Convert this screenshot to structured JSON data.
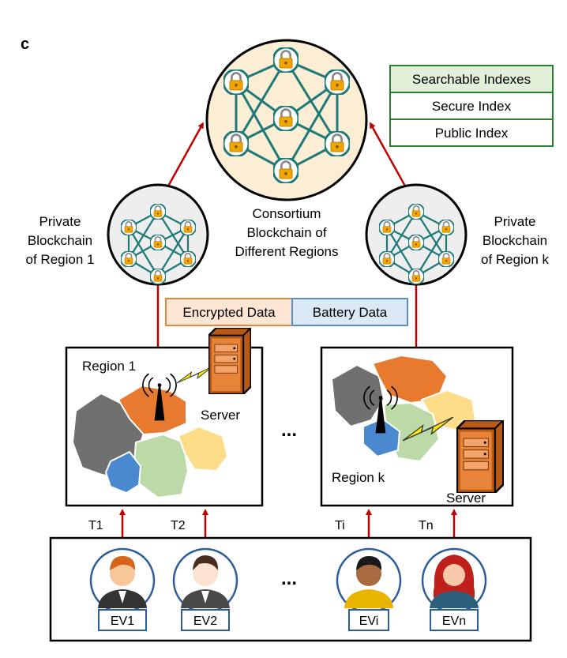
{
  "panel_label": "c",
  "searchable_indexes": {
    "header": "Searchable Indexes",
    "rows": [
      "Secure Index",
      "Public Index"
    ]
  },
  "consortium": {
    "lines": [
      "Consortium",
      "Blockchain of",
      "Different Regions"
    ]
  },
  "private_left": {
    "lines": [
      "Private",
      "Blockchain",
      "of Region 1"
    ]
  },
  "private_right": {
    "lines": [
      "Private",
      "Blockchain",
      "of Region k"
    ]
  },
  "data_labels": {
    "encrypted": "Encrypted Data",
    "battery": "Battery Data"
  },
  "region1": {
    "title": "Region 1",
    "server": "Server"
  },
  "regionk": {
    "title": "Region k",
    "server": "Server"
  },
  "ellipsis": "...",
  "transactions": [
    "T1",
    "T2",
    "Ti",
    "Tn"
  ],
  "evs": [
    "EV1",
    "EV2",
    "EVi",
    "EVn"
  ],
  "colors": {
    "arrow": "#c00000",
    "network_line": "#1e7a78",
    "lock": "#f0a500",
    "consortium_fill": "#fbeed5",
    "private_fill": "#eeeeee",
    "index_header_fill": "#e2efd9",
    "index_border": "#2e7d32",
    "encrypted_fill": "#fde5d3",
    "encrypted_border": "#e8863a",
    "battery_fill": "#dbe8f6",
    "battery_border": "#5b8fc7",
    "ev_border": "#2e5e9a"
  }
}
